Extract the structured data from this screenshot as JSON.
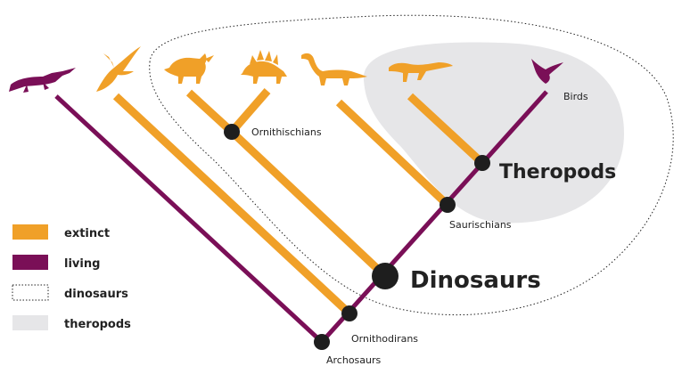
{
  "diagram": {
    "colors": {
      "extinct": "#F0A028",
      "living": "#7A0F57",
      "theropod_region": "#E6E6E8",
      "node": "#1E1E1E"
    },
    "icons": [
      "crocodile-icon",
      "pterosaur-icon",
      "triceratops-icon",
      "stegosaurus-icon",
      "sauropod-icon",
      "theropod-icon",
      "bird-icon"
    ],
    "labels": {
      "birds": "Birds",
      "ornithischians": "Ornithischians",
      "theropods": "Theropods",
      "saurischians": "Saurischians",
      "dinosaurs": "Dinosaurs",
      "ornithodirans": "Ornithodirans",
      "archosaurs": "Archosaurs"
    }
  },
  "legend": {
    "items": [
      {
        "label": "extinct"
      },
      {
        "label": "living"
      },
      {
        "label": "dinosaurs"
      },
      {
        "label": "theropods"
      }
    ]
  }
}
